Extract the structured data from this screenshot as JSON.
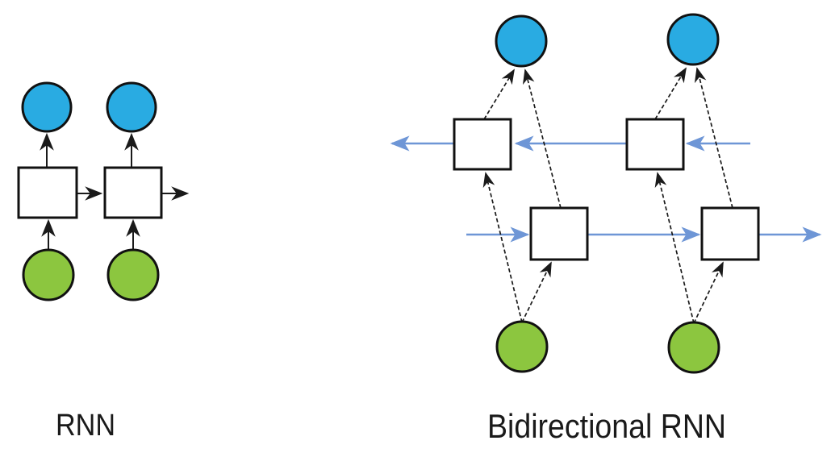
{
  "panels": [
    {
      "label": "RNN",
      "timesteps": 2,
      "layers": [
        "input",
        "hidden",
        "output"
      ]
    },
    {
      "label": "Bidirectional RNN",
      "timesteps": 2,
      "layers": [
        "input",
        "forward-hidden",
        "backward-hidden",
        "output"
      ],
      "flow": {
        "forward_layer_direction": "right",
        "backward_layer_direction": "left"
      }
    }
  ],
  "colors": {
    "background": "#ffffff",
    "input_node_fill": "#8cc63f",
    "output_node_fill": "#29abe2",
    "hidden_node_fill": "#ffffff",
    "node_outline": "#111111",
    "black_arrow": "#1a1a1a",
    "blue_arrow": "#6e96d6",
    "label_text": "#1a1a1a"
  }
}
